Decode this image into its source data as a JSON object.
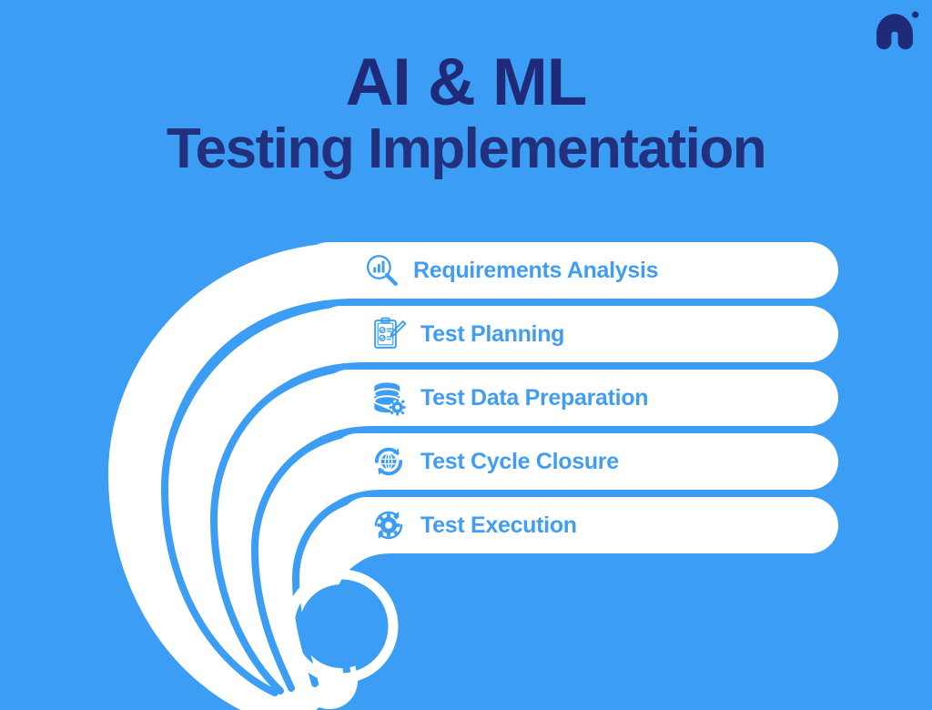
{
  "background_color": "#3b9df4",
  "brand": {
    "logo_name": "arch-a-logo",
    "logo_color": "#1f2a78"
  },
  "header": {
    "title": "AI & ML",
    "subtitle": "Testing Implementation",
    "title_color": "#1f2a78"
  },
  "theme": {
    "bar_fill": "#ffffff",
    "bar_text_color": "#419df2",
    "icon_color": "#3b9df4",
    "spiral_color": "#ffffff"
  },
  "steps": [
    {
      "index": "1",
      "label": "Requirements Analysis",
      "icon": "magnifier-bar-chart-icon"
    },
    {
      "index": "2",
      "label": "Test Planning",
      "icon": "clipboard-pencil-icon"
    },
    {
      "index": "3",
      "label": "Test Data Preparation",
      "icon": "database-gear-icon"
    },
    {
      "index": "4",
      "label": "Test Cycle Closure",
      "icon": "globe-refresh-icon"
    },
    {
      "index": "5",
      "label": "Test Execution",
      "icon": "gear-refresh-icon"
    }
  ]
}
